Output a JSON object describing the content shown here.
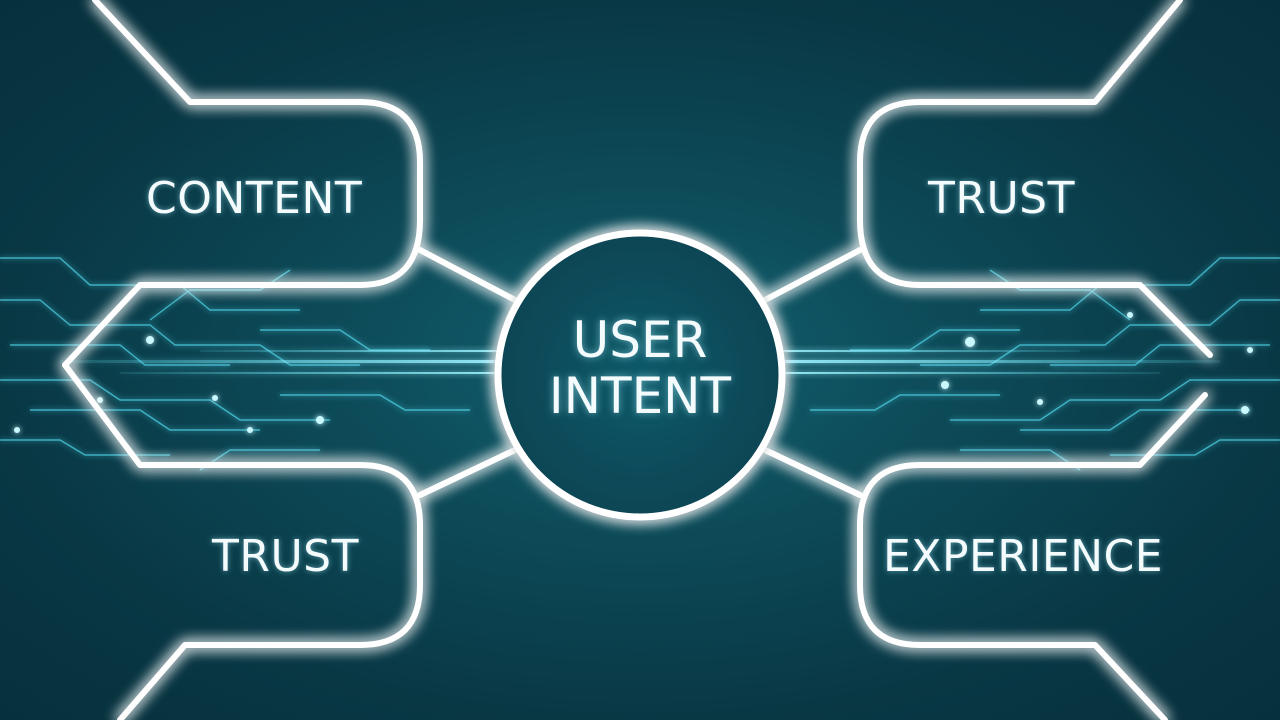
{
  "diagram": {
    "center": {
      "line1": "USER",
      "line2": "INTENT"
    },
    "nodes": {
      "top_left": "CONTENT",
      "top_right": "TRUST",
      "bottom_left": "TRUST",
      "bottom_right": "EXPERIENCE"
    },
    "colors": {
      "background": "#0d4a58",
      "glow_line": "#ffffff",
      "glow_halo": "#5fe3f5",
      "circuit": "#4fd6ea"
    }
  }
}
